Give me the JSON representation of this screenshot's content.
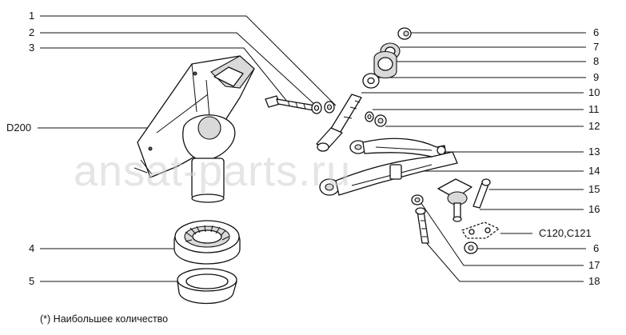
{
  "callouts": {
    "c1": "1",
    "c2": "2",
    "c3": "3",
    "d200": "D200",
    "c4": "4",
    "c5": "5",
    "c6a": "6",
    "c7": "7",
    "c8": "8",
    "c9": "9",
    "c10": "10",
    "c11": "11",
    "c12": "12",
    "c13": "13",
    "c14": "14",
    "c15": "15",
    "c16": "16",
    "c120": "C120,C121",
    "c6b": "6",
    "c17": "17",
    "c18": "18"
  },
  "watermark": "ansat-parts.ru",
  "footnote": "(*) Наибольшее количество"
}
